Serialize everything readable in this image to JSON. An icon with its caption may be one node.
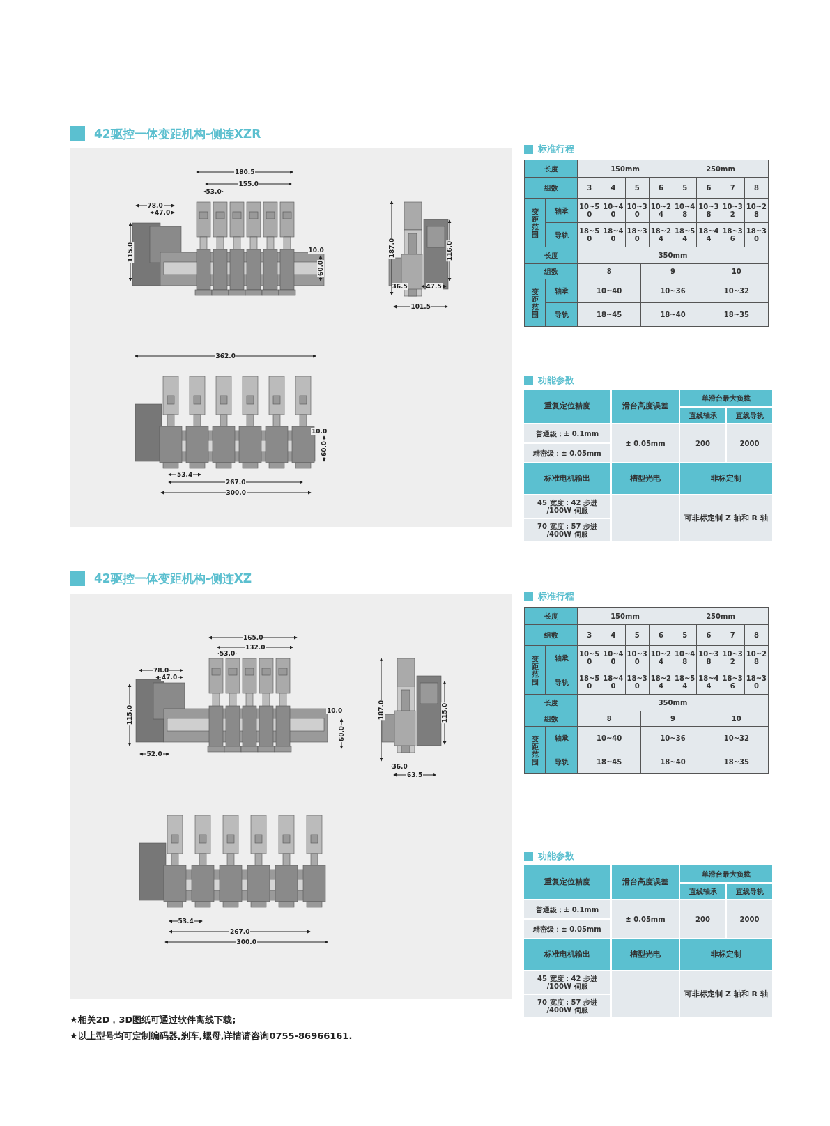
{
  "diagram": {
    "labels": [
      "42驱控一体变距机构-侧连XZR",
      "180.5",
      "155.0",
      "53.0",
      "78.0",
      "47.0",
      "115.0",
      "10.0",
      "60.0",
      "187.0",
      "116.0",
      "36.5",
      "47.5",
      "101.5",
      "362.0",
      "10.0",
      "60.0",
      "53.4",
      "267.0",
      "300.0",
      "标准行程",
      "长度",
      "150mm",
      "250mm",
      "组数",
      "3",
      "4",
      "5",
      "6",
      "5",
      "6",
      "7",
      "8",
      "变距范围",
      "轴承",
      "10~50",
      "10~40",
      "10~30",
      "10~24",
      "10~48",
      "10~38",
      "10~32",
      "10~28",
      "导轨",
      "18~50",
      "18~40",
      "18~30",
      "18~24",
      "18~54",
      "18~44",
      "18~36",
      "18~30",
      "长度",
      "350mm",
      "组数",
      "8",
      "9",
      "10",
      "变距范围",
      "轴承",
      "10~40",
      "10~36",
      "10~32",
      "导轨",
      "18~45",
      "18~40",
      "18~35",
      "功能参数",
      "重复定位精度",
      "滑台高度误差",
      "单滑台最大负载",
      "直线轴承",
      "直线导轨",
      "普通级：± 0.1mm",
      "± 0.05mm",
      "200",
      "2000",
      "精密级：± 0.05mm",
      "标准电机输出",
      "槽型光电",
      "非标定制",
      "45 宽度 : 42 步进 /100W 伺服",
      "可非标定制 Z 轴和 R 轴",
      "70 宽度 : 57 步进 /400W 伺服",
      "42驱控一体变距机构-侧连XZ",
      "165.0",
      "132.0",
      "53.0",
      "78.0",
      "47.0",
      "115.0",
      "10.0",
      "60.0",
      "52.0",
      "187.0",
      "115.0",
      "36.0",
      "63.5",
      "53.4",
      "267.0",
      "300.0",
      "标准行程",
      "长度",
      "150mm",
      "250mm",
      "组数",
      "3",
      "4",
      "5",
      "6",
      "5",
      "6",
      "7",
      "8",
      "变距范围",
      "轴承",
      "10~50",
      "10~40",
      "10~30",
      "10~24",
      "10~48",
      "10~38",
      "10~32",
      "10~28",
      "导轨",
      "18~50",
      "18~40",
      "18~30",
      "18~24",
      "18~54",
      "18~44",
      "18~36",
      "18~30",
      "长度",
      "350mm",
      "组数",
      "8",
      "9",
      "10",
      "变距范围",
      "轴承",
      "10~40",
      "10~36",
      "10~32",
      "导轨",
      "18~45",
      "18~40",
      "18~35",
      "功能参数",
      "重复定位精度",
      "滑台高度误差",
      "单滑台最大负载",
      "直线轴承",
      "直线导轨",
      "普通级：± 0.1mm",
      "± 0.05mm",
      "200",
      "2000",
      "精密级：± 0.05mm",
      "标准电机输出",
      "槽型光电",
      "非标定制",
      "45 宽度 : 42 步进 /100W 伺服",
      "可非标定制 Z 轴和 R 轴",
      "70 宽度 : 57 步进 /400W 伺服",
      "★相关2D，3D图纸可通过软件离线下载;",
      "★以上型号均可定制编码器,刹车,螺母,详情请咨询0755-86966161."
    ]
  }
}
